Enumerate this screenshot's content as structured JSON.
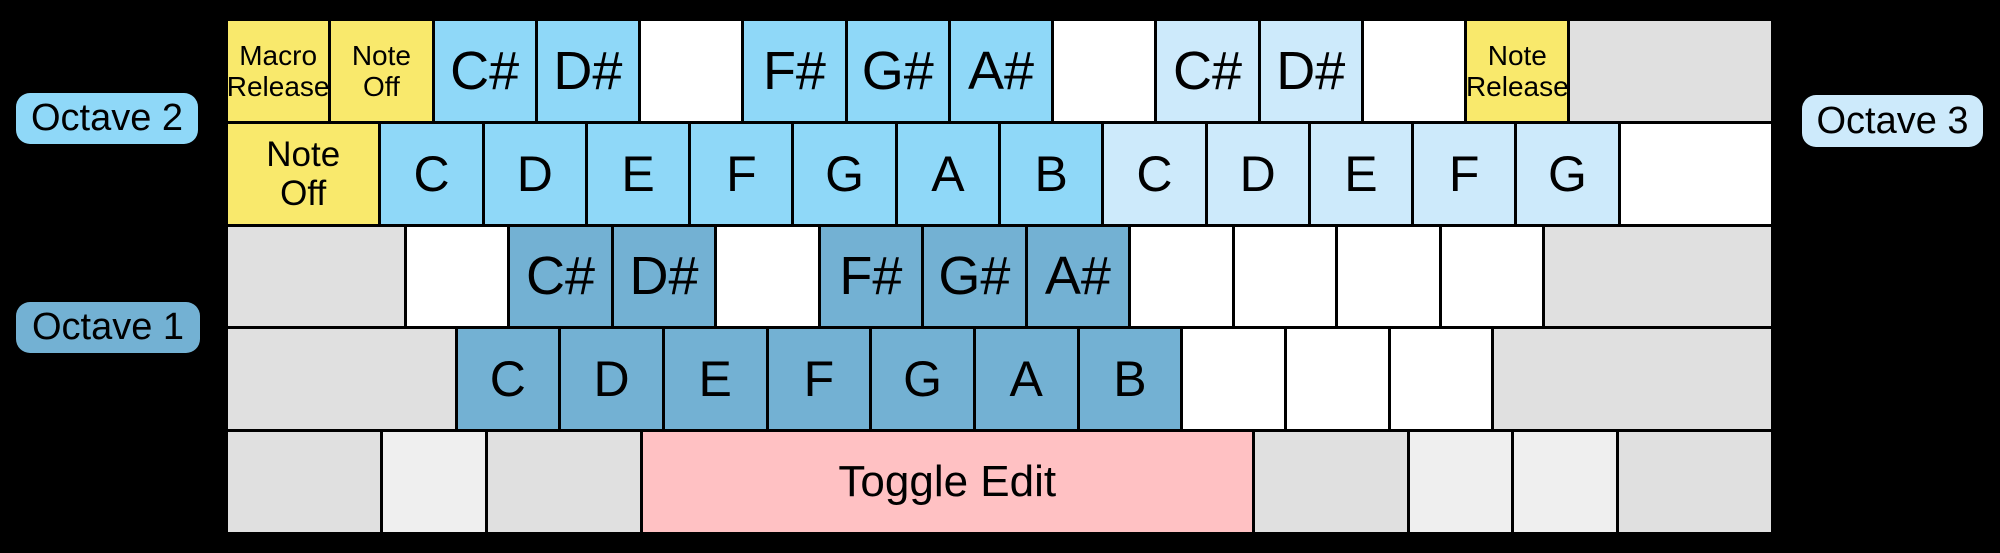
{
  "background": "#000000",
  "colors": {
    "yellow": "#F9E96C",
    "octave2_blue": "#8FD8F8",
    "octave3_blue": "#CDEAFB",
    "octave1_blue": "#73B1D3",
    "gray": "#E0E0E0",
    "light_gray": "#EFEFEF",
    "pink": "#FFC1C3",
    "white": "#FFFFFF",
    "key_text": "#000000",
    "border": "#000000"
  },
  "labels": {
    "octave1": "Octave 1",
    "octave2": "Octave 2",
    "octave3": "Octave 3"
  },
  "keyboard": {
    "rows": [
      {
        "keys": [
          {
            "label": "Macro\nRelease",
            "color": "yellow",
            "u": 1
          },
          {
            "label": "Note\nOff",
            "color": "yellow",
            "u": 1
          },
          {
            "label": "C#",
            "color": "octave2_blue",
            "u": 1
          },
          {
            "label": "D#",
            "color": "octave2_blue",
            "u": 1
          },
          {
            "label": "",
            "color": "white",
            "u": 1
          },
          {
            "label": "F#",
            "color": "octave2_blue",
            "u": 1
          },
          {
            "label": "G#",
            "color": "octave2_blue",
            "u": 1
          },
          {
            "label": "A#",
            "color": "octave2_blue",
            "u": 1
          },
          {
            "label": "",
            "color": "white",
            "u": 1
          },
          {
            "label": "C#",
            "color": "octave3_blue",
            "u": 1
          },
          {
            "label": "D#",
            "color": "octave3_blue",
            "u": 1
          },
          {
            "label": "",
            "color": "white",
            "u": 1
          },
          {
            "label": "Note\nRelease",
            "color": "yellow",
            "u": 1
          },
          {
            "label": "",
            "color": "gray",
            "u": 2
          }
        ]
      },
      {
        "keys": [
          {
            "label": "Note\nOff",
            "color": "yellow",
            "u": 1.5
          },
          {
            "label": "C",
            "color": "octave2_blue",
            "u": 1
          },
          {
            "label": "D",
            "color": "octave2_blue",
            "u": 1
          },
          {
            "label": "E",
            "color": "octave2_blue",
            "u": 1
          },
          {
            "label": "F",
            "color": "octave2_blue",
            "u": 1
          },
          {
            "label": "G",
            "color": "octave2_blue",
            "u": 1
          },
          {
            "label": "A",
            "color": "octave2_blue",
            "u": 1
          },
          {
            "label": "B",
            "color": "octave2_blue",
            "u": 1
          },
          {
            "label": "C",
            "color": "octave3_blue",
            "u": 1
          },
          {
            "label": "D",
            "color": "octave3_blue",
            "u": 1
          },
          {
            "label": "E",
            "color": "octave3_blue",
            "u": 1
          },
          {
            "label": "F",
            "color": "octave3_blue",
            "u": 1
          },
          {
            "label": "G",
            "color": "octave3_blue",
            "u": 1
          },
          {
            "label": "",
            "color": "white",
            "u": 1.5
          }
        ]
      },
      {
        "keys": [
          {
            "label": "",
            "color": "gray",
            "u": 1.75
          },
          {
            "label": "",
            "color": "white",
            "u": 1
          },
          {
            "label": "C#",
            "color": "octave1_blue",
            "u": 1
          },
          {
            "label": "D#",
            "color": "octave1_blue",
            "u": 1
          },
          {
            "label": "",
            "color": "white",
            "u": 1
          },
          {
            "label": "F#",
            "color": "octave1_blue",
            "u": 1
          },
          {
            "label": "G#",
            "color": "octave1_blue",
            "u": 1
          },
          {
            "label": "A#",
            "color": "octave1_blue",
            "u": 1
          },
          {
            "label": "",
            "color": "white",
            "u": 1
          },
          {
            "label": "",
            "color": "white",
            "u": 1
          },
          {
            "label": "",
            "color": "white",
            "u": 1
          },
          {
            "label": "",
            "color": "white",
            "u": 1
          },
          {
            "label": "",
            "color": "gray",
            "u": 2.25
          }
        ]
      },
      {
        "keys": [
          {
            "label": "",
            "color": "gray",
            "u": 2.25
          },
          {
            "label": "C",
            "color": "octave1_blue",
            "u": 1
          },
          {
            "label": "D",
            "color": "octave1_blue",
            "u": 1
          },
          {
            "label": "E",
            "color": "octave1_blue",
            "u": 1
          },
          {
            "label": "F",
            "color": "octave1_blue",
            "u": 1
          },
          {
            "label": "G",
            "color": "octave1_blue",
            "u": 1
          },
          {
            "label": "A",
            "color": "octave1_blue",
            "u": 1
          },
          {
            "label": "B",
            "color": "octave1_blue",
            "u": 1
          },
          {
            "label": "",
            "color": "white",
            "u": 1
          },
          {
            "label": "",
            "color": "white",
            "u": 1
          },
          {
            "label": "",
            "color": "white",
            "u": 1
          },
          {
            "label": "",
            "color": "gray",
            "u": 2.75
          }
        ]
      },
      {
        "keys": [
          {
            "label": "",
            "color": "gray",
            "u": 1.5
          },
          {
            "label": "",
            "color": "light_gray",
            "u": 1
          },
          {
            "label": "",
            "color": "gray",
            "u": 1.5
          },
          {
            "label": "Toggle Edit",
            "color": "pink",
            "u": 6
          },
          {
            "label": "",
            "color": "gray",
            "u": 1.5
          },
          {
            "label": "",
            "color": "light_gray",
            "u": 1
          },
          {
            "label": "",
            "color": "light_gray",
            "u": 1
          },
          {
            "label": "",
            "color": "gray",
            "u": 1.5
          }
        ]
      }
    ]
  }
}
